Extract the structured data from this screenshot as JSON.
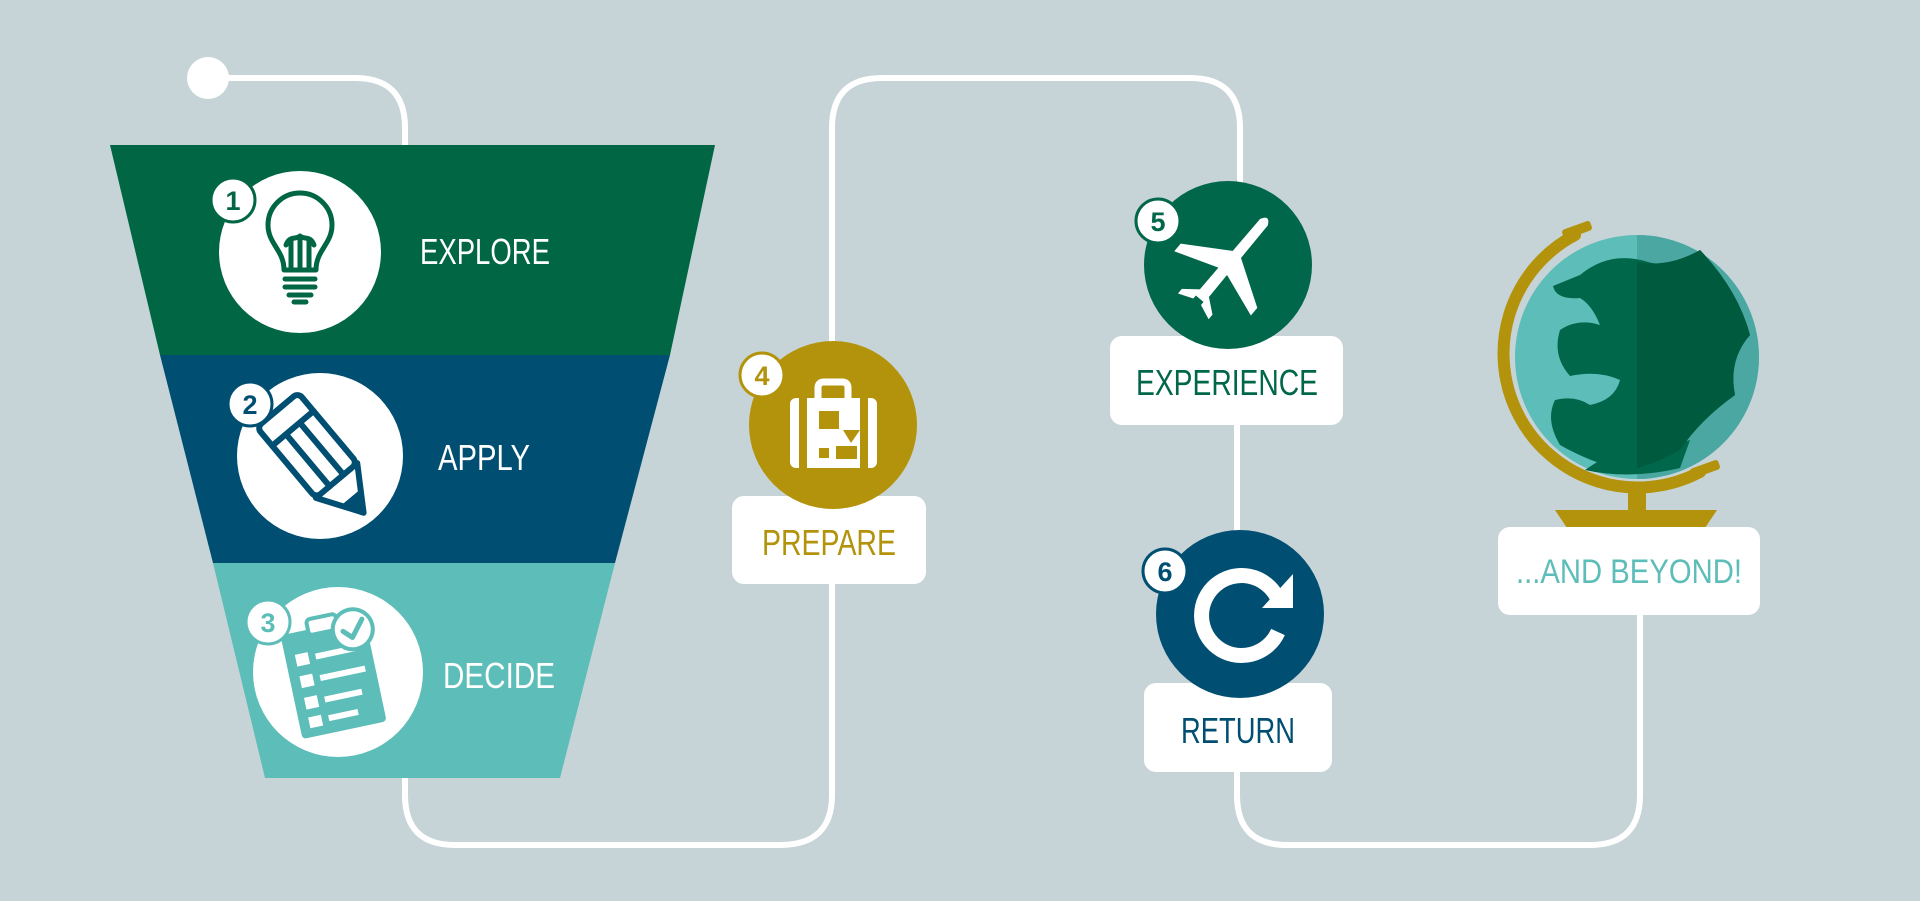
{
  "colors": {
    "background": "#c6d4d7",
    "path": "#ffffff",
    "explore": "#006644",
    "apply": "#004f72",
    "decide": "#5dbdb8",
    "prepare": "#b3930c",
    "experience": "#00674a",
    "return": "#004f72",
    "beyond": "#5dbdb8",
    "globe_gold": "#b3930c"
  },
  "steps": [
    {
      "number": "1",
      "label": "EXPLORE",
      "icon": "lightbulb-icon"
    },
    {
      "number": "2",
      "label": "APPLY",
      "icon": "pencil-icon"
    },
    {
      "number": "3",
      "label": "DECIDE",
      "icon": "checklist-icon"
    },
    {
      "number": "4",
      "label": "PREPARE",
      "icon": "suitcase-icon"
    },
    {
      "number": "5",
      "label": "EXPERIENCE",
      "icon": "airplane-icon"
    },
    {
      "number": "6",
      "label": "RETURN",
      "icon": "refresh-icon"
    }
  ],
  "final": {
    "label": "...AND BEYOND!",
    "icon": "globe-icon"
  }
}
